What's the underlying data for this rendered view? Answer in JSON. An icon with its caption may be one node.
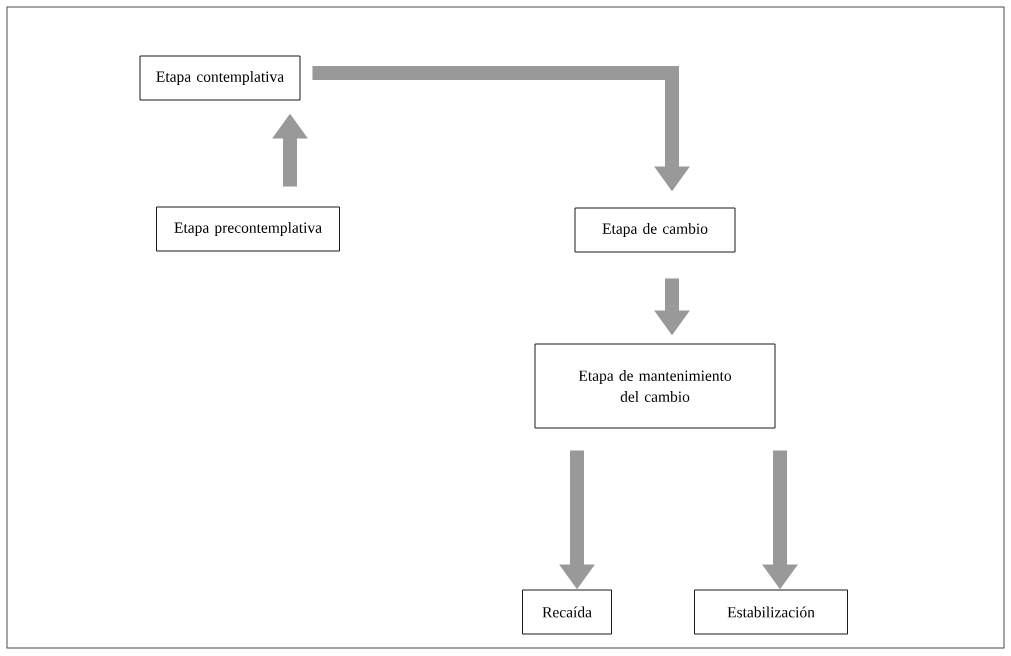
{
  "diagram": {
    "nodes": [
      {
        "text": [
          "Etapa contemplativa"
        ]
      },
      {
        "text": [
          "Etapa precontemplativa"
        ]
      },
      {
        "text": [
          "Etapa de cambio"
        ]
      },
      {
        "text": [
          "Etapa de mantenimiento del cambio"
        ]
      },
      {
        "text": [
          "Recaída"
        ]
      },
      {
        "text": [
          "Estabilización"
        ]
      }
    ],
    "edges": [
      {
        "from": 1,
        "to": 0,
        "arrow": "to"
      },
      {
        "from": 0,
        "to": 2,
        "arrow": "to"
      },
      {
        "from": 2,
        "to": 3,
        "arrow": "to"
      },
      {
        "from": 3,
        "to": 4,
        "arrow": "to"
      },
      {
        "from": 3,
        "to": 5,
        "arrow": "to"
      }
    ]
  }
}
